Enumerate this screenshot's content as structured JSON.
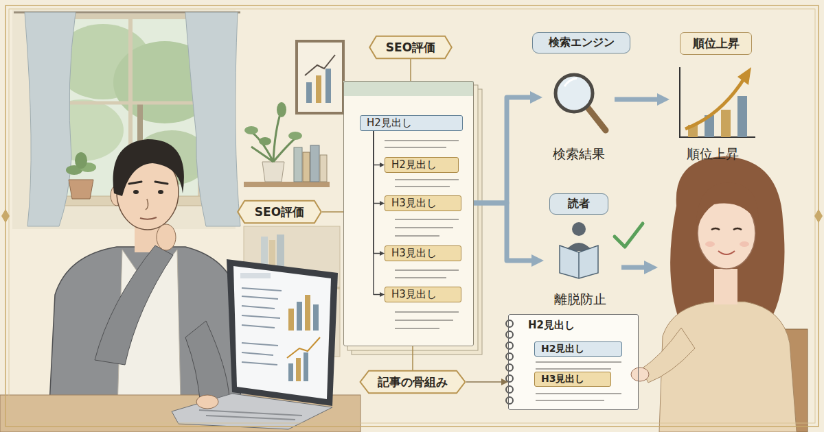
{
  "diagram": {
    "nodes": [
      {
        "text": [
          "SEO評価"
        ]
      },
      {
        "text": []
      },
      {
        "text": [
          "H2見出し"
        ],
        "in": 1
      },
      {
        "text": [
          "H2見出し"
        ],
        "in": 1
      },
      {
        "text": [
          "H3見出し"
        ],
        "in": 1
      },
      {
        "text": [
          "H3見出し"
        ],
        "in": 1
      },
      {
        "text": [
          "H3見出し"
        ],
        "in": 1
      },
      {
        "text": [
          "SEO評価"
        ]
      },
      {
        "text": [
          "記事の骨組み"
        ]
      },
      {
        "text": [
          "検索エンジン"
        ]
      },
      {
        "text": [
          "検索結果"
        ]
      },
      {
        "text": [
          "順位上昇"
        ]
      },
      {
        "text": [
          "順位上昇"
        ]
      },
      {
        "text": [
          "読者"
        ]
      },
      {
        "text": [
          "離脱防止"
        ]
      },
      {
        "text": [
          "H2見出し"
        ]
      },
      {
        "text": [
          "H2見出し"
        ],
        "in": 15
      },
      {
        "text": [
          "H3見出し"
        ],
        "in": 15
      }
    ],
    "edges": [
      {
        "from": 0,
        "to": 1,
        "arrow": "none"
      },
      {
        "from": 7,
        "to": 1,
        "arrow": "none"
      },
      {
        "from": 8,
        "to": 1,
        "arrow": "none"
      },
      {
        "from": 8,
        "to": 15,
        "arrow": "to"
      },
      {
        "from": 2,
        "to": 3,
        "arrow": "to"
      },
      {
        "from": 2,
        "to": 4,
        "arrow": "to"
      },
      {
        "from": 2,
        "to": 5,
        "arrow": "to"
      },
      {
        "from": 2,
        "to": 6,
        "arrow": "to"
      },
      {
        "from": 1,
        "to": 10,
        "arrow": "to"
      },
      {
        "from": 10,
        "to": 12,
        "arrow": "to"
      },
      {
        "from": 1,
        "to": 14,
        "arrow": "to"
      }
    ]
  }
}
